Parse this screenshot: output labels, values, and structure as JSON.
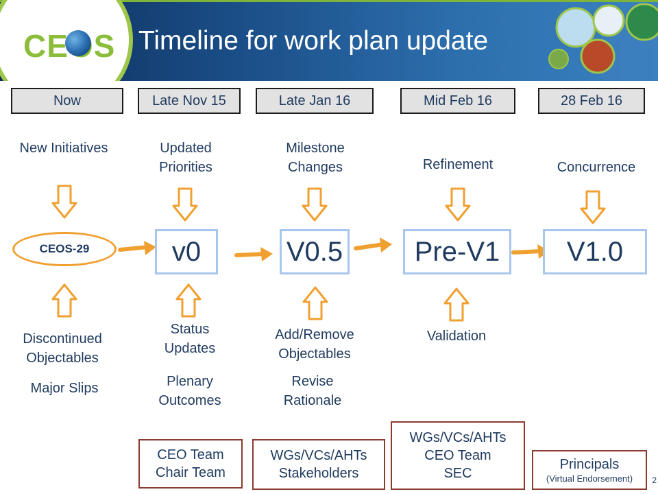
{
  "header": {
    "title": "Timeline for work plan update",
    "logo": "CEOS"
  },
  "dates": [
    "Now",
    "Late Nov 15",
    "Late Jan 16",
    "Mid Feb 16",
    "28 Feb 16"
  ],
  "top_labels": {
    "now": "New Initiatives",
    "nov": "Updated Priorities",
    "jan": "Milestone Changes",
    "mid": "Refinement",
    "end": "Concurrence"
  },
  "versions": {
    "start": "CEOS-29",
    "v0": "v0",
    "v05": "V0.5",
    "prev1": "Pre-V1",
    "v1": "V1.0"
  },
  "bottom_labels": {
    "now_1": "Discontinued Objectables",
    "now_2": "Major Slips",
    "nov_1": "Status Updates",
    "nov_2": "Plenary Outcomes",
    "jan_1": "Add/Remove Objectables",
    "jan_2": "Revise Rationale",
    "mid_1": "Validation"
  },
  "teams": {
    "nov": [
      "CEO Team",
      "Chair Team"
    ],
    "jan": [
      "WGs/VCs/AHTs",
      "Stakeholders"
    ],
    "mid": [
      "WGs/VCs/AHTs",
      "CEO Team",
      "SEC"
    ],
    "end": {
      "main": "Principals",
      "note": "(Virtual Endorsement)"
    }
  },
  "page_number": "2",
  "colors": {
    "arrow": "#f0a030",
    "version_border": "#a9c6ec",
    "team_border": "#8b3a2e",
    "text": "#1f3a5f"
  }
}
